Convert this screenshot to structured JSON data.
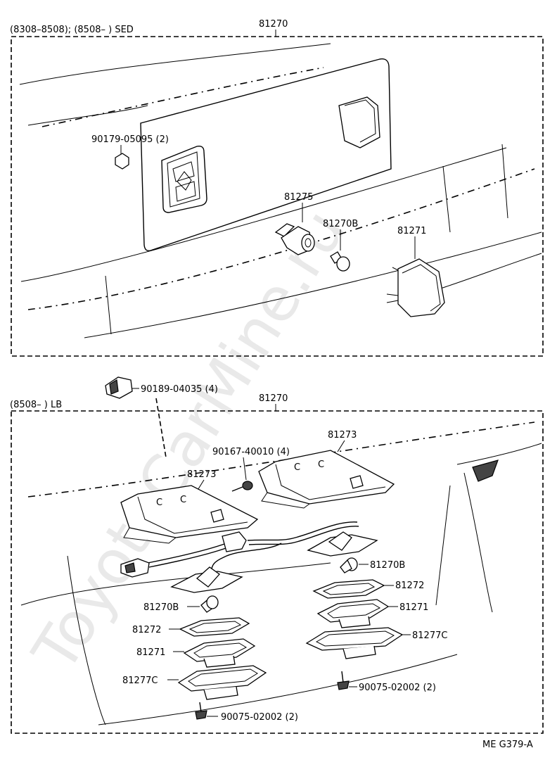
{
  "watermark": "ToyotaCarMine.ru",
  "section_sed": {
    "header": "(8308–8508); (8508–        ) SED",
    "assembly": "81270",
    "labels": {
      "bolt": "90179-05095 (2)",
      "socket": "81275",
      "bulb": "81270B",
      "lamp": "81271"
    }
  },
  "section_lb": {
    "header": "(8508–          ) LB",
    "assembly": "81270",
    "outside_label": "90189-04035 (4)",
    "labels": {
      "screw_top": "90167-40010 (4)",
      "housing_right": "81273",
      "housing_left": "81273",
      "bulb_right": "81270B",
      "gasket_right": "81272",
      "lens_right": "81271",
      "cover_right": "81277C",
      "screw_right": "90075-02002 (2)",
      "bulb_left": "81270B",
      "gasket_left": "81272",
      "lens_left": "81271",
      "cover_left": "81277C",
      "screw_left": "90075-02002 (2)"
    }
  },
  "figure_code": "ME  G379-A"
}
